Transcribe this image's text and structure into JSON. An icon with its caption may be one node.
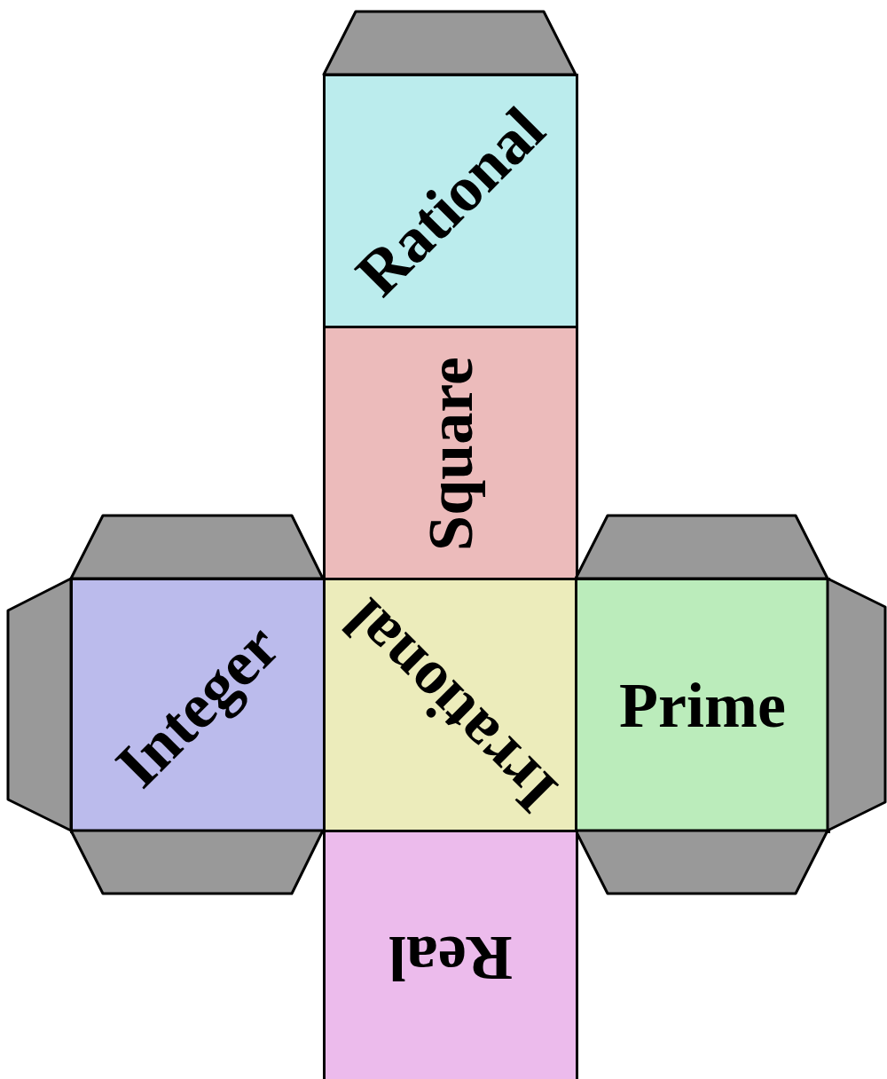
{
  "diagram": {
    "nodes": [
      {
        "text": [],
        "shape": "trapezoid"
      },
      {
        "text": [
          "Rational"
        ]
      },
      {
        "text": [
          "Square"
        ]
      },
      {
        "text": [],
        "shape": "trapezoid"
      },
      {
        "text": [],
        "shape": "trapezoid"
      },
      {
        "text": [],
        "shape": "trapezoid"
      },
      {
        "text": [
          "Integer"
        ]
      },
      {
        "text": [
          "Irrational"
        ]
      },
      {
        "text": [
          "Prime"
        ]
      },
      {
        "text": [],
        "shape": "trapezoid"
      },
      {
        "text": [],
        "shape": "trapezoid"
      },
      {
        "text": [],
        "shape": "trapezoid"
      },
      {
        "text": [
          "Real"
        ]
      }
    ]
  }
}
